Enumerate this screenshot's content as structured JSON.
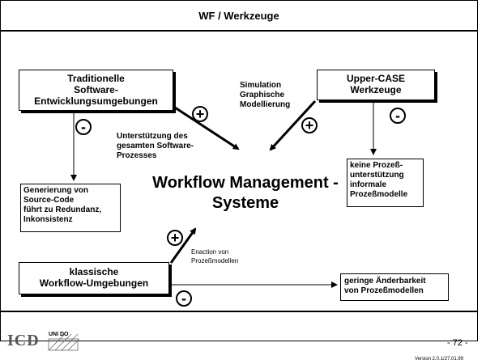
{
  "header": {
    "title": "WF / Werkzeuge"
  },
  "center": {
    "line1": "Workflow Management -",
    "line2": "Systeme"
  },
  "boxes": {
    "traditionelle": {
      "line1": "Traditionelle",
      "line2": "Software-",
      "line3": "Entwicklungsumgebungen"
    },
    "upper_case": {
      "line1": "Upper-CASE",
      "line2": "Werkzeuge"
    },
    "klassische": {
      "line1": "klassische",
      "line2": "Workflow-Umgebungen"
    },
    "generierung": {
      "line1": "Generierung von",
      "line2": "Source-Code",
      "line3": "führt zu Redundanz,",
      "line4": "Inkonsistenz"
    },
    "keine_prozess": {
      "line1": "keine Prozeß-",
      "line2": "unterstützung",
      "line3": "informale",
      "line4": "Prozeßmodelle"
    },
    "geringe": {
      "line1": "geringe Änderbarkeit",
      "line2": "von Prozeßmodellen"
    }
  },
  "labels": {
    "simulation": {
      "line1": "Simulation",
      "line2": "Graphische",
      "line3": "Modellierung"
    },
    "unterstuetzung": {
      "line1": "Unterstützung des",
      "line2": "gesamten Software-",
      "line3": "Prozesses"
    },
    "enaction": {
      "line1": "Enaction von",
      "line2": "Prozeßmodellen"
    }
  },
  "signs": {
    "plus": "+",
    "minus": "-"
  },
  "footer": {
    "logo": "ICD",
    "unido": "UNI DO",
    "page": "- 72 -",
    "version": "Version 2.0.1/27.01.99"
  }
}
